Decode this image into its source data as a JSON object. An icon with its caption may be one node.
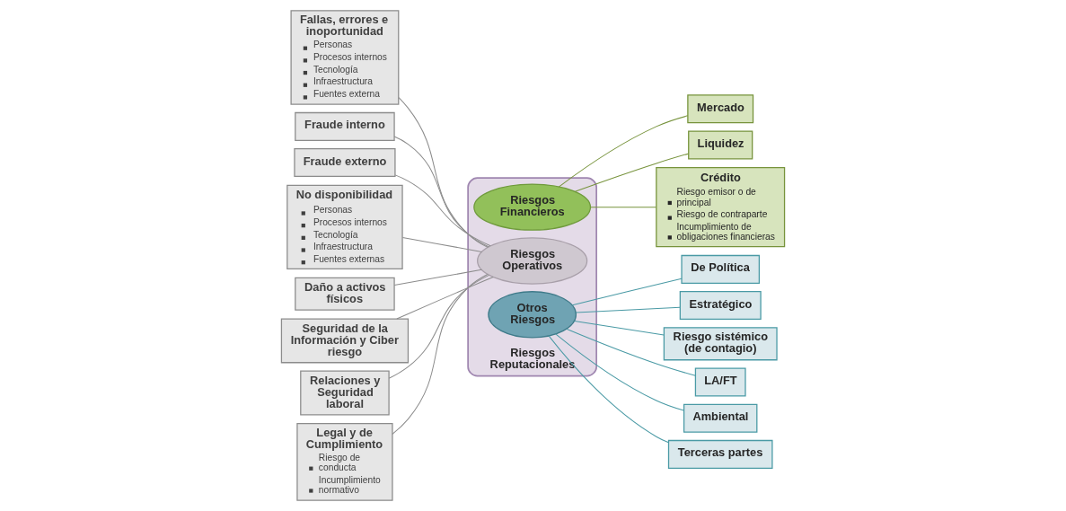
{
  "diagram": {
    "nodes": [
      {
        "text": [
          "Fallas, errores e inoportunidad",
          "Personas",
          "Procesos internos",
          "Tecnología",
          "Infraestructura",
          "Fuentes externa"
        ]
      },
      {
        "text": [
          "Fraude interno"
        ]
      },
      {
        "text": [
          "Fraude externo"
        ]
      },
      {
        "text": [
          "No disponibilidad",
          "Personas",
          "Procesos internos",
          "Tecnología",
          "Infraestructura",
          "Fuentes externas"
        ]
      },
      {
        "text": [
          "Riesgos Reputacionales"
        ]
      },
      {
        "text": [
          "Riesgos Financieros"
        ],
        "in": 4
      },
      {
        "text": [
          "Riesgos Operativos"
        ],
        "in": 4
      },
      {
        "text": [
          "Otros Riesgos"
        ],
        "in": 4
      },
      {
        "text": [
          "Mercado"
        ]
      },
      {
        "text": [
          "Liquidez"
        ]
      },
      {
        "text": [
          "Crédito",
          "Riesgo emisor o de principal",
          "Riesgo de contraparte",
          "Incumplimiento de obligaciones financieras"
        ]
      },
      {
        "text": [
          "De Política"
        ]
      },
      {
        "text": [
          "Estratégico"
        ]
      },
      {
        "text": [
          "Daño a activos físicos"
        ]
      },
      {
        "text": [
          "Riesgo sistémico (de contagio)"
        ]
      },
      {
        "text": [
          "LA/FT"
        ]
      },
      {
        "text": [
          "Seguridad de la Información y Ciber riesgo"
        ]
      },
      {
        "text": [
          "Ambiental"
        ]
      },
      {
        "text": [
          "Relaciones y Seguridad laboral"
        ]
      },
      {
        "text": [
          "Terceras partes"
        ]
      },
      {
        "text": [
          "Legal y de Cumplimiento",
          "Riesgo de conducta",
          "Incumplimiento normativo"
        ]
      }
    ],
    "edges": [
      {
        "from": 0,
        "to": 6,
        "arrow": "none"
      },
      {
        "from": 1,
        "to": 6,
        "arrow": "none"
      },
      {
        "from": 2,
        "to": 6,
        "arrow": "none"
      },
      {
        "from": 3,
        "to": 6,
        "arrow": "none"
      },
      {
        "from": 13,
        "to": 6,
        "arrow": "none"
      },
      {
        "from": 16,
        "to": 6,
        "arrow": "none"
      },
      {
        "from": 18,
        "to": 6,
        "arrow": "none"
      },
      {
        "from": 20,
        "to": 6,
        "arrow": "none"
      },
      {
        "from": 5,
        "to": 8,
        "arrow": "none",
        "color": "#77933c"
      },
      {
        "from": 5,
        "to": 9,
        "arrow": "none",
        "color": "#77933c"
      },
      {
        "from": 5,
        "to": 10,
        "arrow": "none",
        "color": "#77933c"
      },
      {
        "from": 7,
        "to": 11,
        "arrow": "none",
        "color": "#4a9aa5"
      },
      {
        "from": 7,
        "to": 12,
        "arrow": "none",
        "color": "#4a9aa5"
      },
      {
        "from": 7,
        "to": 14,
        "arrow": "none",
        "color": "#4a9aa5"
      },
      {
        "from": 7,
        "to": 15,
        "arrow": "none",
        "color": "#4a9aa5"
      },
      {
        "from": 7,
        "to": 17,
        "arrow": "none",
        "color": "#4a9aa5"
      },
      {
        "from": 7,
        "to": 19,
        "arrow": "none",
        "color": "#4a9aa5"
      }
    ]
  }
}
